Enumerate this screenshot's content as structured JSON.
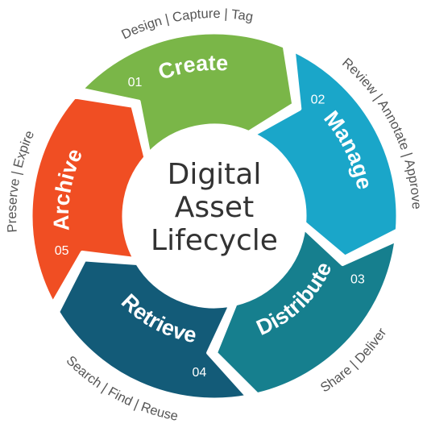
{
  "center_title_lines": [
    "Digital",
    "Asset",
    "Lifecycle"
  ],
  "stages": [
    {
      "number": "01",
      "label": "Create",
      "activities": "Design | Capture | Tag",
      "color": "#7ab648"
    },
    {
      "number": "02",
      "label": "Manage",
      "activities": "Review | Annotate | Approve",
      "color": "#1aa6c9"
    },
    {
      "number": "03",
      "label": "Distribute",
      "activities": "Share | Deliver",
      "color": "#167f8e"
    },
    {
      "number": "04",
      "label": "Retrieve",
      "activities": "Search | Find | Reuse",
      "color": "#135b78"
    },
    {
      "number": "05",
      "label": "Archive",
      "activities": "Preserve | Expire",
      "color": "#f04e23"
    }
  ],
  "colors": {
    "center_text": "#333333",
    "activity_text": "#555555",
    "segment_text": "#ffffff"
  }
}
